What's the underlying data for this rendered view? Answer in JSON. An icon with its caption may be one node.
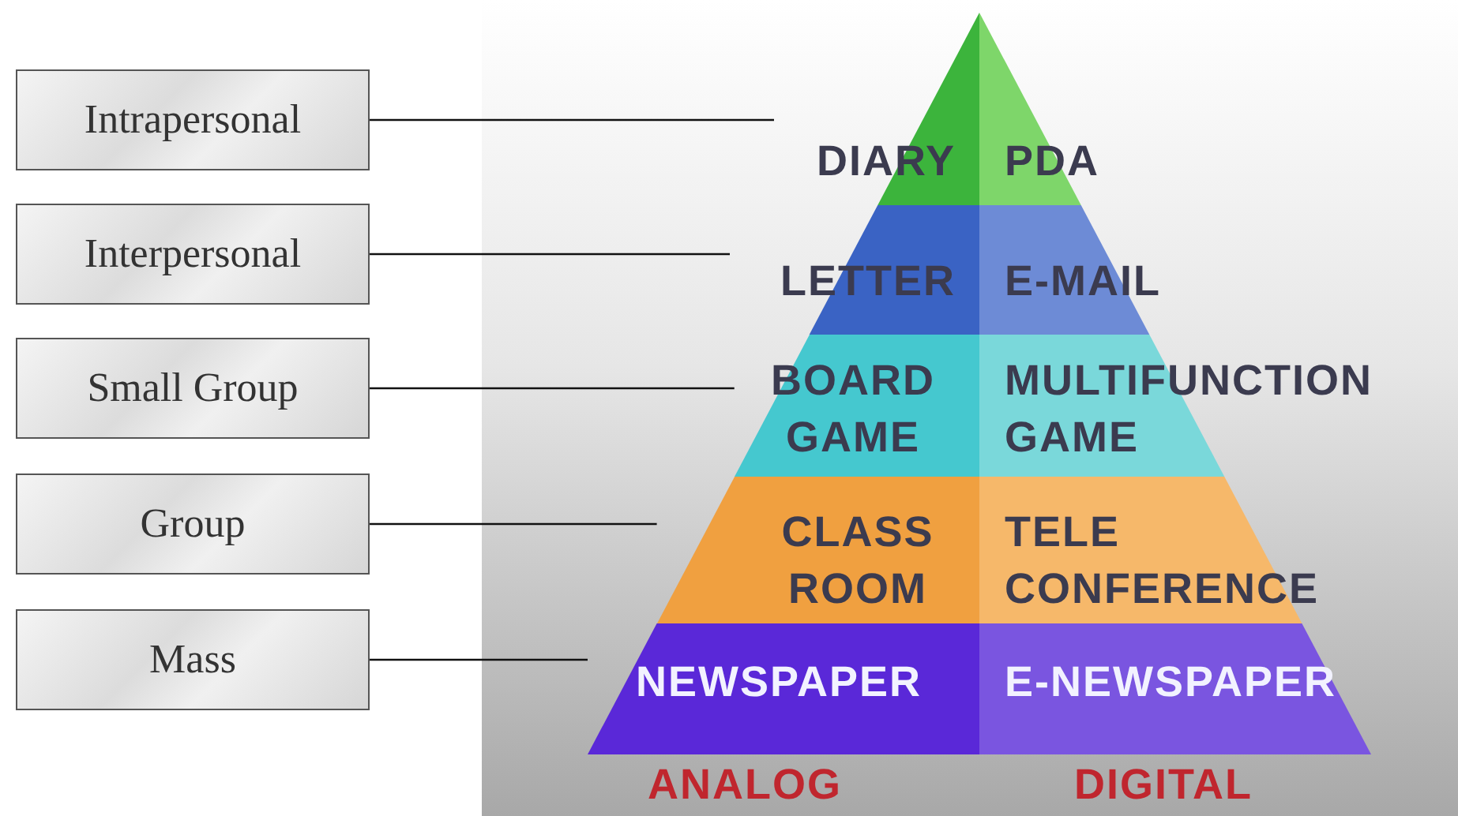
{
  "diagram": {
    "nodes": [
      {
        "text": [
          "Intrapersonal"
        ]
      },
      {
        "text": [
          "Interpersonal"
        ]
      },
      {
        "text": [
          "Small Group"
        ]
      },
      {
        "text": [
          "Group"
        ]
      },
      {
        "text": [
          "Mass"
        ]
      },
      {
        "text": [
          "DIARY"
        ]
      },
      {
        "text": [
          "PDA"
        ]
      },
      {
        "text": [
          "LETTER"
        ]
      },
      {
        "text": [
          "E-MAIL"
        ]
      },
      {
        "text": [
          "BOARD GAME"
        ]
      },
      {
        "text": [
          "MULTIFUNCTION GAME"
        ]
      },
      {
        "text": [
          "CLASS ROOM"
        ]
      },
      {
        "text": [
          "TELE CONFERENCE"
        ]
      },
      {
        "text": [
          "NEWSPAPER"
        ]
      },
      {
        "text": [
          "E-NEWSPAPER"
        ]
      }
    ],
    "edges": [
      {
        "from": 0,
        "to": 5,
        "arrow": "none"
      },
      {
        "from": 1,
        "to": 7,
        "arrow": "none"
      },
      {
        "from": 2,
        "to": 9,
        "arrow": "none"
      },
      {
        "from": 3,
        "to": 11,
        "arrow": "none"
      },
      {
        "from": 4,
        "to": 13,
        "arrow": "none"
      }
    ],
    "labels": [
      "ANALOG",
      "DIGITAL"
    ]
  }
}
